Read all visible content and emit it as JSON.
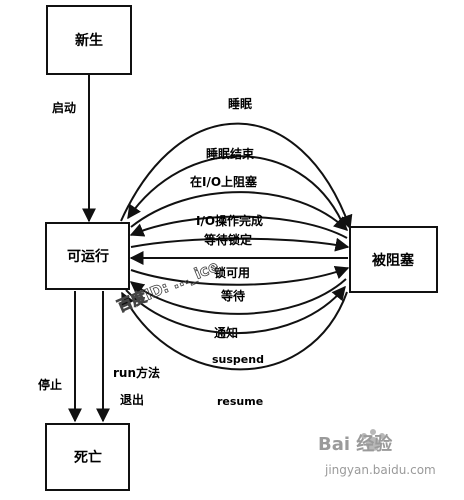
{
  "nodes": {
    "new": "新生",
    "runnable": "可运行",
    "blocked": "被阻塞",
    "dead": "死亡"
  },
  "edges": {
    "start": "启动",
    "sleep": "睡眠",
    "sleep_end": "睡眠结束",
    "io_block": "在I/O上阻塞",
    "io_done": "I/O操作完成",
    "wait_lock": "等待锁定",
    "lock_available": "锁可用",
    "wait": "等待",
    "notify": "通知",
    "suspend": "suspend",
    "resume": "resume",
    "stop": "停止",
    "run_exit_1": "run方法",
    "run_exit_2": "退出"
  },
  "watermark": {
    "text": "百度ID: ..._ice",
    "logo": "Bai 经验",
    "logo_url": "jingyan.baidu.com"
  }
}
